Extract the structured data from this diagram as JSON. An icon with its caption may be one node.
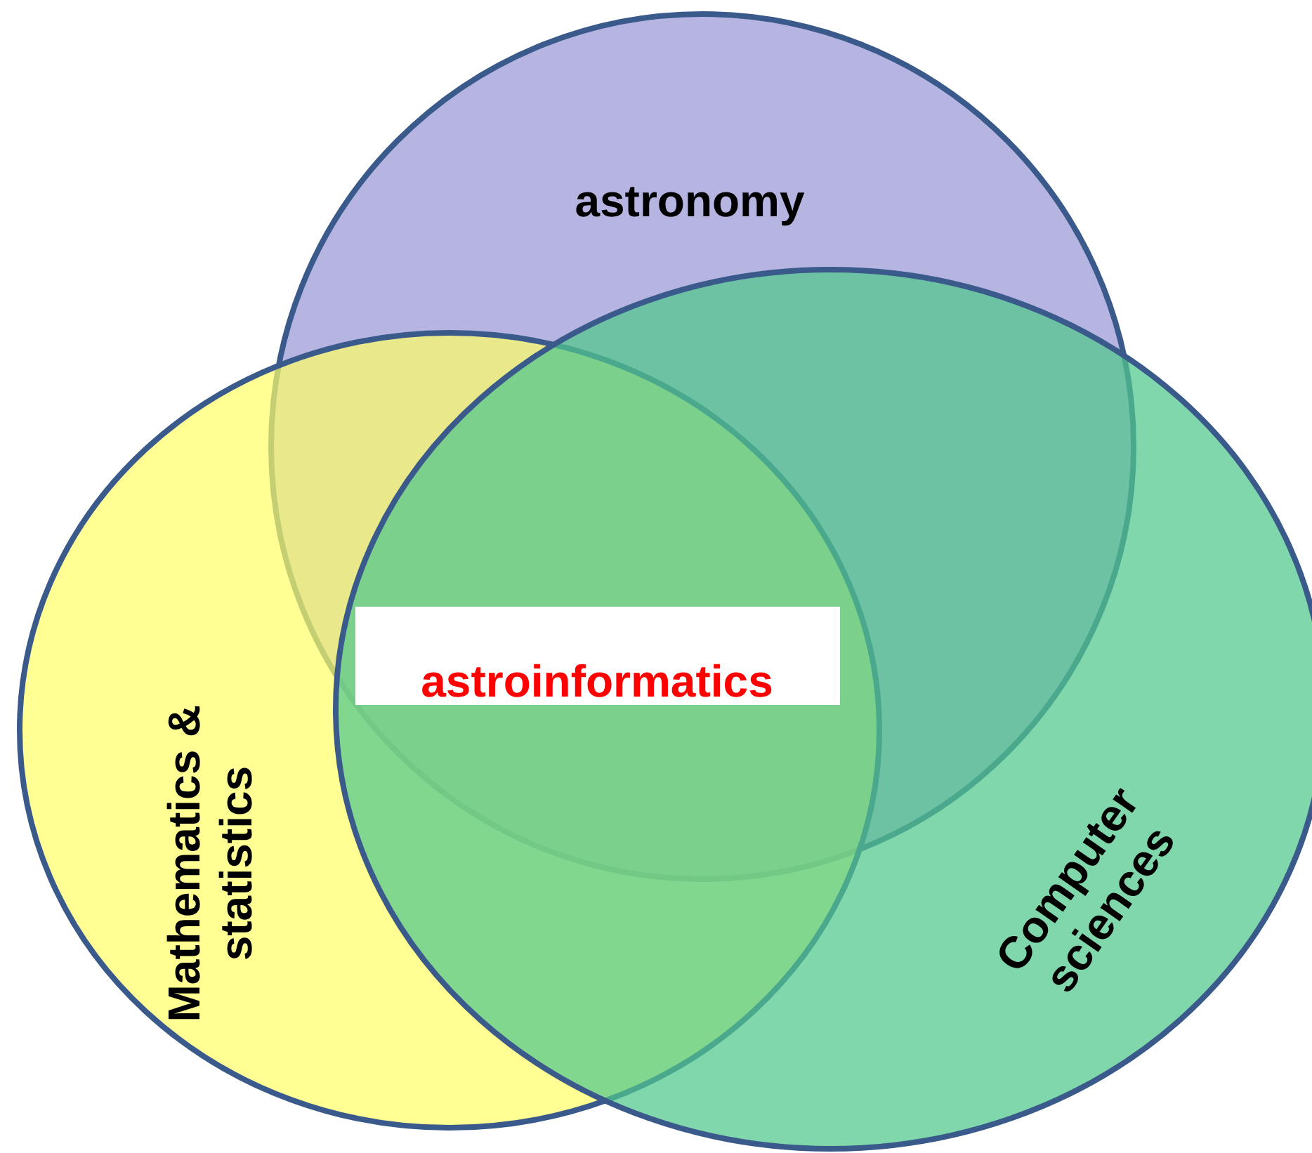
{
  "diagram": {
    "nodes": [
      {
        "text": [
          "astronomy"
        ]
      },
      {
        "text": [
          "Mathematics & statistics"
        ]
      },
      {
        "text": [
          "Computer sciences"
        ]
      },
      {
        "text": [
          "astroinformatics"
        ]
      }
    ]
  }
}
